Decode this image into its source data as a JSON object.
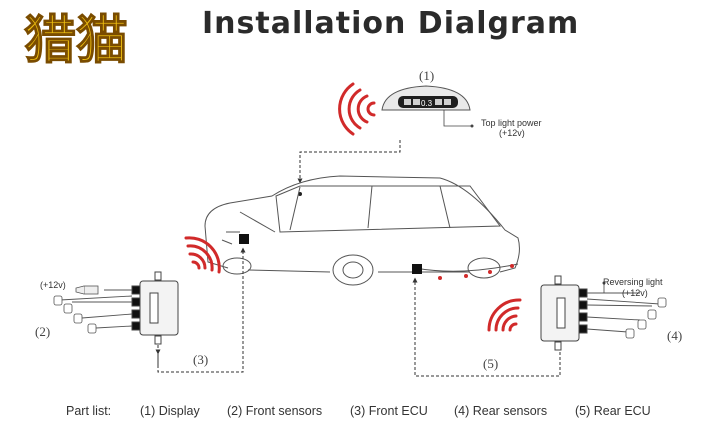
{
  "logo": {
    "text": "猎猫"
  },
  "title": "Installation Dialgram",
  "labels": {
    "n1": "(1)",
    "n2": "(2)",
    "n3": "(3)",
    "n4": "(4)",
    "n5": "(5)",
    "top_power_1": "Top light power",
    "top_power_2": "(+12v)",
    "front_power": "(+12v)",
    "reversing_1": "Reversing light",
    "reversing_2": "(+12v)"
  },
  "display_readout": "0.3",
  "parts": {
    "label": "Part list:",
    "items": [
      "(1) Display",
      "(2) Front sensors",
      "(3) Front ECU",
      "(4) Rear sensors",
      "(5) Rear ECU"
    ]
  },
  "colors": {
    "signal_red": "#d12a2a",
    "line": "#333333",
    "logo_gold": "#f0c010"
  }
}
